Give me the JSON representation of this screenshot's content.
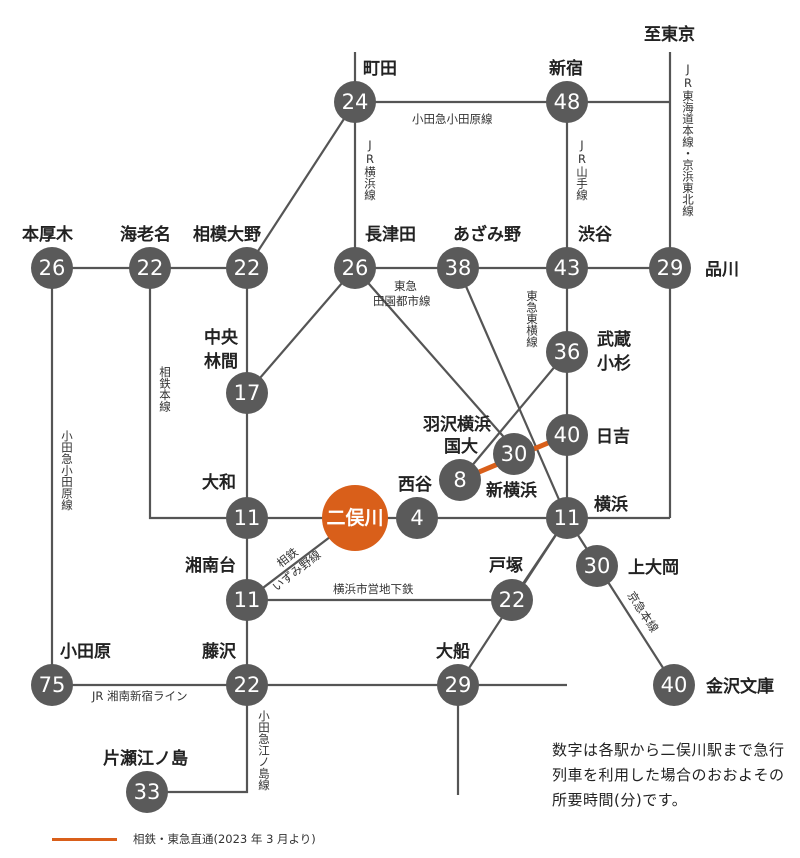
{
  "destination": "至東京",
  "hub": {
    "name": "二俣川"
  },
  "stations": {
    "machida": {
      "name": "町田",
      "time": "24"
    },
    "shinjuku": {
      "name": "新宿",
      "time": "48"
    },
    "honatsugi": {
      "name": "本厚木",
      "time": "26"
    },
    "ebina": {
      "name": "海老名",
      "time": "22"
    },
    "sagamiono": {
      "name": "相模大野",
      "time": "22"
    },
    "nagatsuta": {
      "name": "長津田",
      "time": "26"
    },
    "azamino": {
      "name": "あざみ野",
      "time": "38"
    },
    "shibuya": {
      "name": "渋谷",
      "time": "43"
    },
    "shinagawa": {
      "name": "品川",
      "time": "29"
    },
    "chuorinkan": {
      "name": "中央\n林間",
      "time": "17"
    },
    "musashikosugi": {
      "name": "武蔵\n小杉",
      "time": "36"
    },
    "hiyoshi": {
      "name": "日吉",
      "time": "40"
    },
    "hazawa": {
      "name": "羽沢横浜\n国大",
      "time": "8"
    },
    "shinyokohama": {
      "name": "新横浜",
      "time": "30"
    },
    "yamato": {
      "name": "大和",
      "time": "11"
    },
    "nishiya": {
      "name": "西谷",
      "time": "4"
    },
    "yokohama": {
      "name": "横浜",
      "time": "11"
    },
    "shonandai": {
      "name": "湘南台",
      "time": "11"
    },
    "totsuka": {
      "name": "戸塚",
      "time": "22"
    },
    "kamiooka": {
      "name": "上大岡",
      "time": "30"
    },
    "odawara": {
      "name": "小田原",
      "time": "75"
    },
    "fujisawa": {
      "name": "藤沢",
      "time": "22"
    },
    "ofuna": {
      "name": "大船",
      "time": "29"
    },
    "kanazawabunko": {
      "name": "金沢文庫",
      "time": "40"
    },
    "katasenoshima": {
      "name": "片瀬江ノ島",
      "time": "33"
    }
  },
  "lines": {
    "odakyu_odawara_h": "小田急小田原線",
    "jr_yokohama": "JR横浜線",
    "jr_yamanote": "JR山手線",
    "jr_tokaido": "JR東海道本線・京浜東北線",
    "tokyu_denentoshi": "東急\n田園都市線",
    "tokyu_toyoko": "東急東横線",
    "sotetsu_main": "相鉄本線",
    "odakyu_odawara_v": "小田急小田原線",
    "sotetsu_izumino": "相鉄\nいずみ野線",
    "yokohama_subway": "横浜市営地下鉄",
    "keikyu_main": "京急本線",
    "jr_shonan_shinjuku": "JR 湘南新宿ライン",
    "odakyu_enoshima": "小田急江ノ島線"
  },
  "note": "数字は各駅から二俣川駅まで急行列車を利用した場合のおおよその所要時間(分)です。",
  "legend": {
    "label": "相鉄・東急直通(2023 年 3 月より)",
    "color": "#d95f1a"
  },
  "colors": {
    "node": "#5a5a5a",
    "accent": "#d95f1a",
    "line": "#555555"
  }
}
